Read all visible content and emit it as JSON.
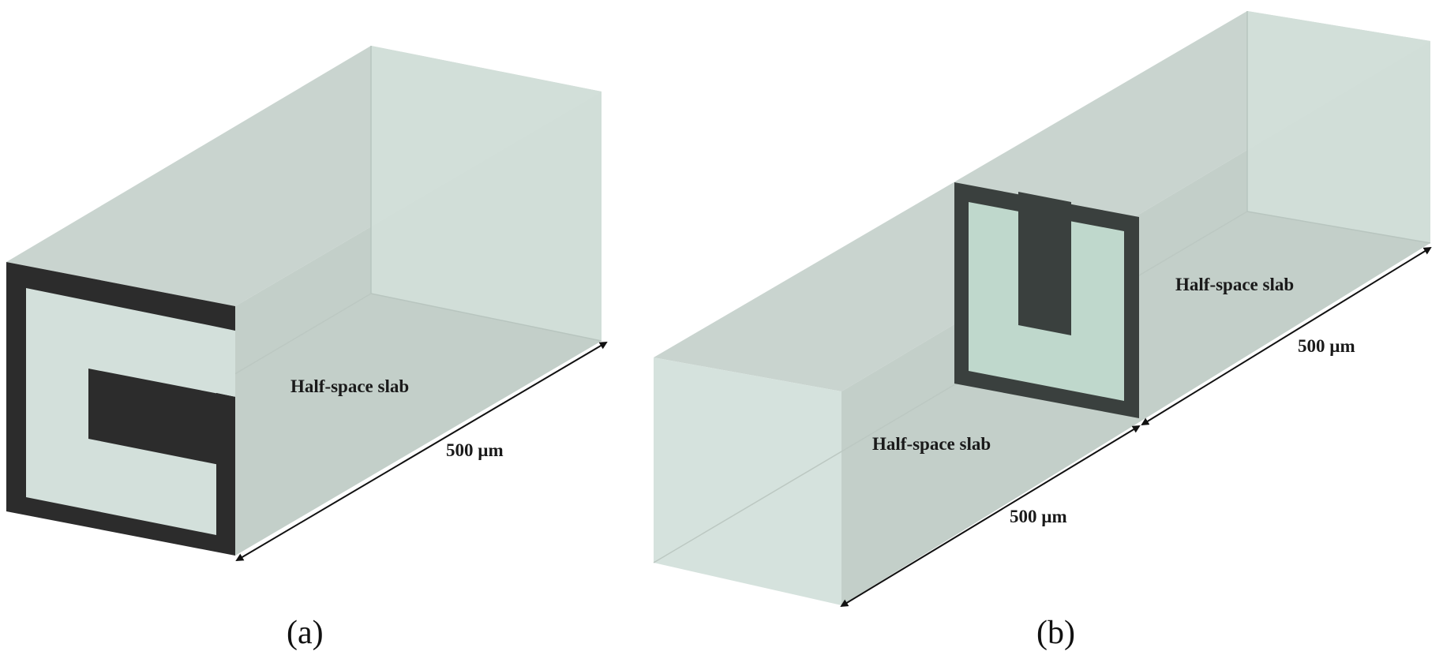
{
  "panels": [
    {
      "id": "a",
      "caption": "(a)",
      "slab_label": "Half-space slab",
      "dimension_label": "500 µm"
    },
    {
      "id": "b",
      "caption": "(b)",
      "slab_label_front": "Half-space slab",
      "slab_label_back": "Half-space slab",
      "dimension_label_front": "500 µm",
      "dimension_label_back": "500 µm"
    }
  ],
  "colors": {
    "slab_top": "#c9d4cf",
    "slab_side": "#c5d1cb",
    "slab_end": "#d7e4df",
    "resonator": "#2c2c2c",
    "resonator_b": "#3a403e",
    "resonator_fill_b": "#bfd8cc",
    "background": "#ffffff"
  }
}
